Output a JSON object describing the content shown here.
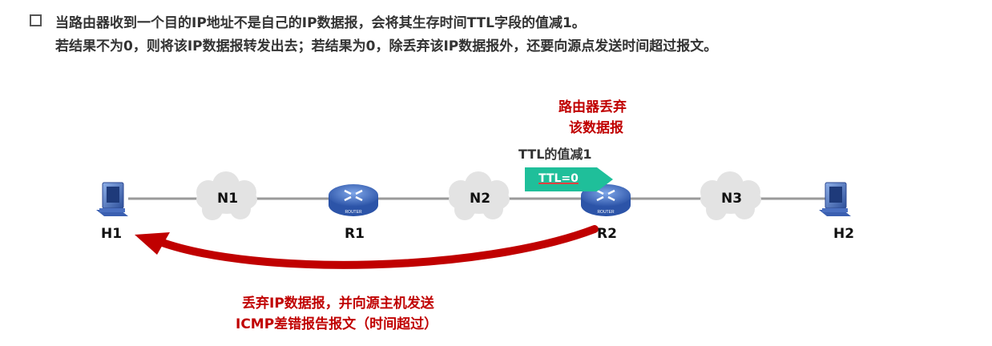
{
  "header": {
    "line1": "当路由器收到一个目的IP地址不是自己的IP数据报，会将其生存时间TTL字段的值减1。",
    "line2": "若结果不为0，则将该IP数据报转发出去；若结果为0，除丢弃该IP数据报外，还要向源点发送时间超过报文。"
  },
  "nodes": {
    "h1": "H1",
    "h2": "H2",
    "r1": "R1",
    "r2": "R2",
    "router_caption": "ROUTER"
  },
  "networks": {
    "n1": "N1",
    "n2": "N2",
    "n3": "N3"
  },
  "annotations": {
    "drop_line1": "路由器丢弃",
    "drop_line2": "该数据报",
    "ttl_decrement": "TTL的值减1",
    "ttl_badge": "TTL=0",
    "icmp_line1": "丢弃IP数据报，并向源主机发送",
    "icmp_line2": "ICMP差错报告报文（时间超过）"
  },
  "colors": {
    "accent_red": "#c00000",
    "badge_teal": "#1fbf9a",
    "router_blue": "#3a6bc2",
    "cloud_gray": "#e3e3e3",
    "link_gray": "#9a9a9a"
  }
}
